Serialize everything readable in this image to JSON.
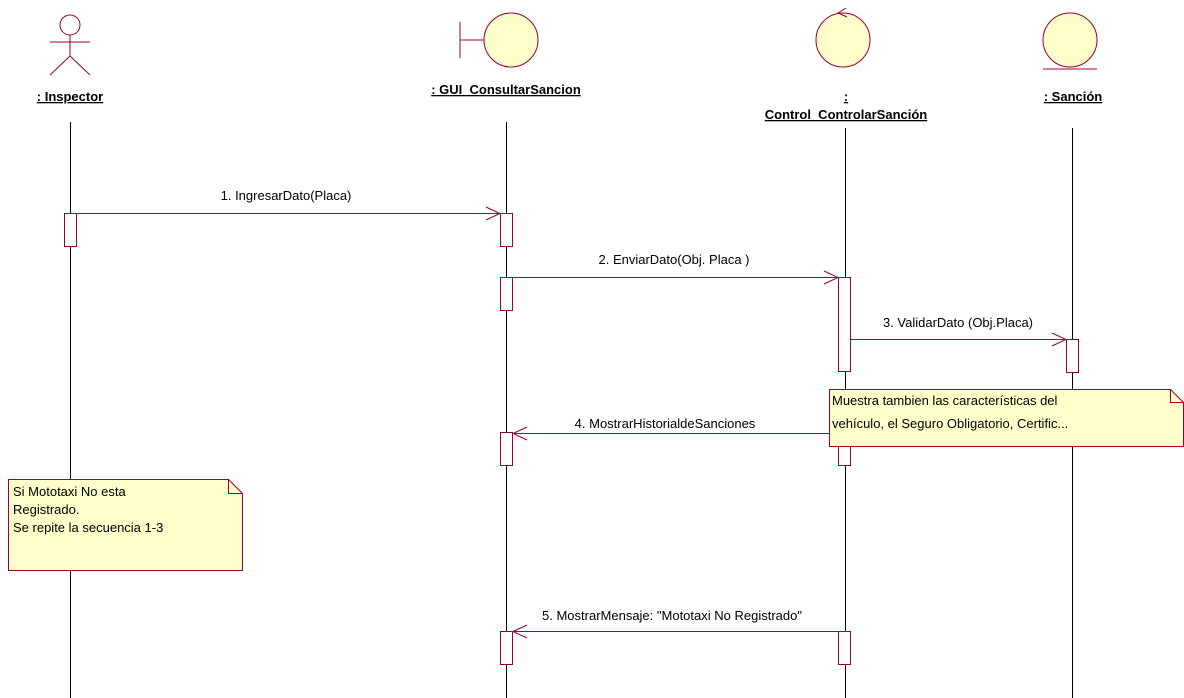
{
  "colors": {
    "line": "#990033",
    "fill": "#ffffcc",
    "lifeline": "#000000",
    "text": "#000000"
  },
  "participants": [
    {
      "id": "inspector",
      "kind": "actor",
      "icon": "actor-icon",
      "label": ": Inspector"
    },
    {
      "id": "gui",
      "kind": "boundary",
      "icon": "boundary-icon",
      "label": ": GUI_ConsultarSancion"
    },
    {
      "id": "control",
      "kind": "control",
      "icon": "control-icon",
      "label_line1": ":",
      "label_line2": "Control_ControlarSanción"
    },
    {
      "id": "sancion",
      "kind": "entity",
      "icon": "entity-icon",
      "label": ": Sanción"
    }
  ],
  "messages": [
    {
      "from": "inspector",
      "to": "gui",
      "label": "1. IngresarDato(Placa)"
    },
    {
      "from": "gui",
      "to": "control",
      "label": "2. EnviarDato(Obj. Placa )"
    },
    {
      "from": "control",
      "to": "sancion",
      "label": "3. ValidarDato (Obj.Placa)"
    },
    {
      "from": "control",
      "to": "gui",
      "label": "4. MostrarHistorialdeSanciones"
    },
    {
      "from": "control",
      "to": "gui",
      "label": "5. MostrarMensaje: \"Mototaxi No Registrado\""
    }
  ],
  "notes": [
    {
      "id": "note-characteristics",
      "lines": [
        "Muestra tambien las características del",
        "vehículo, el Seguro Obligatorio, Certific..."
      ]
    },
    {
      "id": "note-repeat",
      "lines": [
        "Si Mototaxi No esta",
        "Registrado.",
        "Se repite la secuencia 1-3"
      ]
    }
  ]
}
